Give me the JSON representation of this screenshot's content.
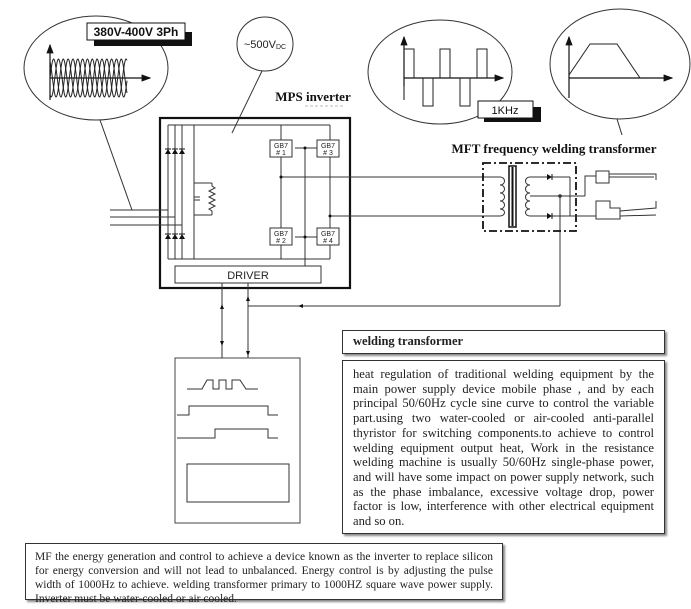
{
  "labels": {
    "supply_voltage": "380V-400V 3Ph",
    "dc_bus": "~500V",
    "dc_bus_sub": "DC",
    "inverter_title": "MPS inverter",
    "frequency": "1KHz",
    "transformer_title": "MFT frequency welding transformer",
    "driver": "DRIVER",
    "igbts": [
      {
        "name": "GB7",
        "num": "# 1"
      },
      {
        "name": "GB7",
        "num": "# 3"
      },
      {
        "name": "GB7",
        "num": "# 2"
      },
      {
        "name": "GB7",
        "num": "# 4"
      }
    ]
  },
  "welding_transformer": {
    "title": "welding transformer",
    "body": "heat regulation of traditional welding equipment by the main power supply device mobile phase , and by each principal 50/60Hz cycle sine curve to control the variable part.using two water-cooled or air-cooled anti-parallel thyristor for switching components.to achieve to control welding equipment output heat, Work in the resistance welding machine is usually 50/60Hz single-phase power, and will have some impact on power supply network, such as the phase imbalance, excessive voltage drop, power factor is low, interference with other electrical equipment and so on."
  },
  "mf_description": "MF the energy generation and control to achieve a device known as the inverter to replace silicon for energy conversion and will not lead to unbalanced. Energy control is by adjusting the pulse width of 1000Hz to achieve. welding transformer primary to 1000HZ square wave power supply. Inverter must be water-cooled or air cooled."
}
